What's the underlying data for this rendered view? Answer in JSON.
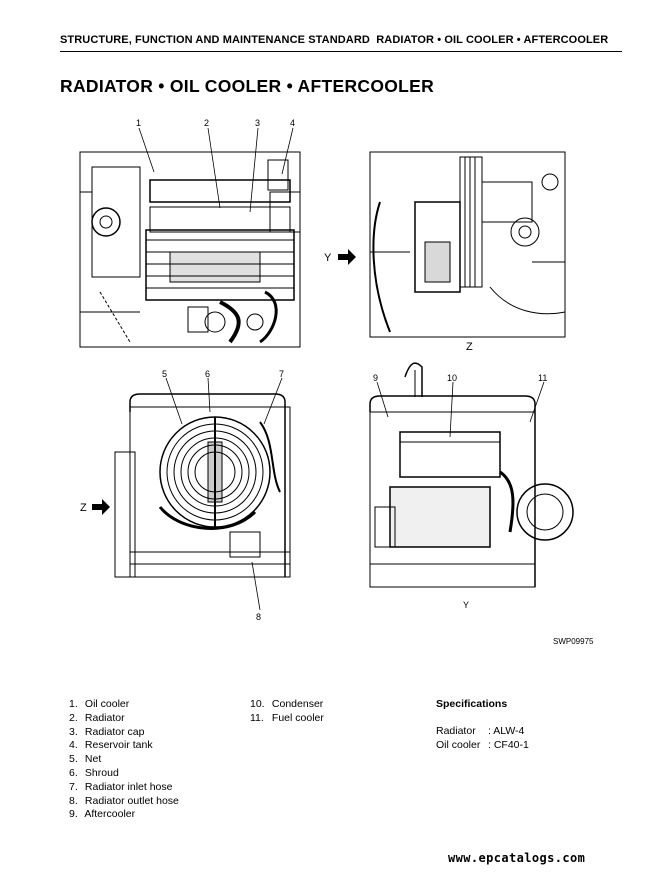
{
  "header": {
    "section": "STRUCTURE, FUNCTION AND MAINTENANCE STANDARD",
    "topic": "RADIATOR • OIL COOLER • AFTERCOOLER"
  },
  "page_title": "RADIATOR • OIL COOLER • AFTERCOOLER",
  "figure": {
    "code": "SWP09975",
    "view_markers": {
      "y_arrow": "Y",
      "z_label": "Z",
      "z_arrow": "Z",
      "y_label": "Y"
    },
    "callouts": [
      "1",
      "2",
      "3",
      "4",
      "5",
      "6",
      "7",
      "8",
      "9",
      "10",
      "11"
    ]
  },
  "legend": {
    "items": [
      {
        "num": "1.",
        "label": "Oil cooler"
      },
      {
        "num": "2.",
        "label": "Radiator"
      },
      {
        "num": "3.",
        "label": "Radiator cap"
      },
      {
        "num": "4.",
        "label": "Reservoir tank"
      },
      {
        "num": "5.",
        "label": "Net"
      },
      {
        "num": "6.",
        "label": "Shroud"
      },
      {
        "num": "7.",
        "label": "Radiator inlet hose"
      },
      {
        "num": "8.",
        "label": "Radiator outlet hose"
      },
      {
        "num": "9.",
        "label": "Aftercooler"
      },
      {
        "num": "10.",
        "label": "Condenser"
      },
      {
        "num": "11.",
        "label": "Fuel cooler"
      }
    ]
  },
  "specifications": {
    "heading": "Specifications",
    "rows": [
      {
        "key": "Radiator",
        "value": ": ALW-4"
      },
      {
        "key": "Oil cooler",
        "value": ": CF40-1"
      }
    ]
  },
  "footer": {
    "url": "www.epcatalogs.com"
  },
  "colors": {
    "ink": "#000000",
    "paper": "#ffffff"
  }
}
